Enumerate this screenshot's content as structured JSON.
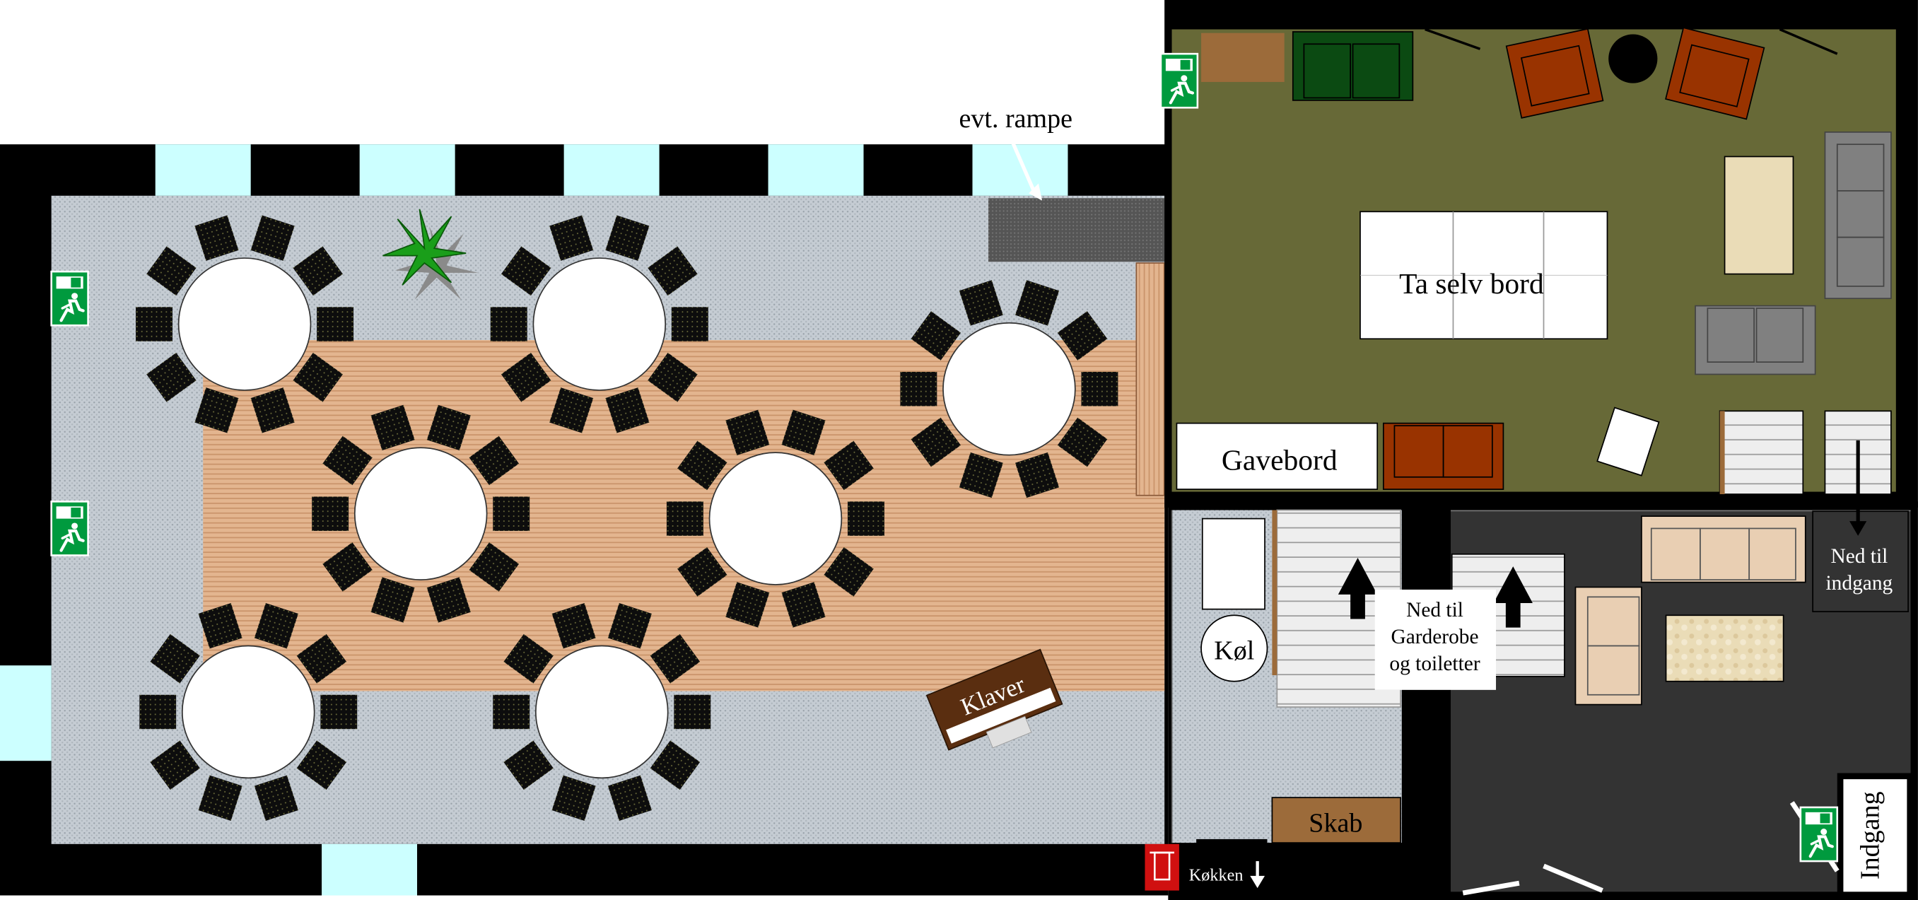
{
  "labels": {
    "ramp": "evt. rampe",
    "buffet": "Ta selv bord",
    "gift_table": "Gavebord",
    "down_entrance_1": "Ned til",
    "down_entrance_2": "indgang",
    "cooler": "Køl",
    "down_cloak_1": "Ned til",
    "down_cloak_2": "Garderobe",
    "down_cloak_3": "og toiletter",
    "piano": "Klaver",
    "cabinet": "Skab",
    "kitchen": "Køkken",
    "entrance": "Indgang"
  },
  "colors": {
    "wall": "#000000",
    "window": "#ccffff",
    "floor_grey": "#c5ccd3",
    "dance_floor": "#e3b58f",
    "lounge_floor": "#676937",
    "entry_floor": "#333333",
    "brick_sofa": "#993300",
    "beige_sofa": "#e9cfb3",
    "grey_sofa": "#808080",
    "exit_green": "#009a3e",
    "plant_green": "#1a9e1a",
    "cabinet_brown": "#9c6b3a",
    "piano_brown": "#5a2e10",
    "table_white": "#ffffff",
    "chair": "#0d0d0d"
  },
  "icons": [
    "emergency-exit-icon",
    "plant-icon",
    "fire-extinguisher-icon",
    "arrow-icon"
  ]
}
